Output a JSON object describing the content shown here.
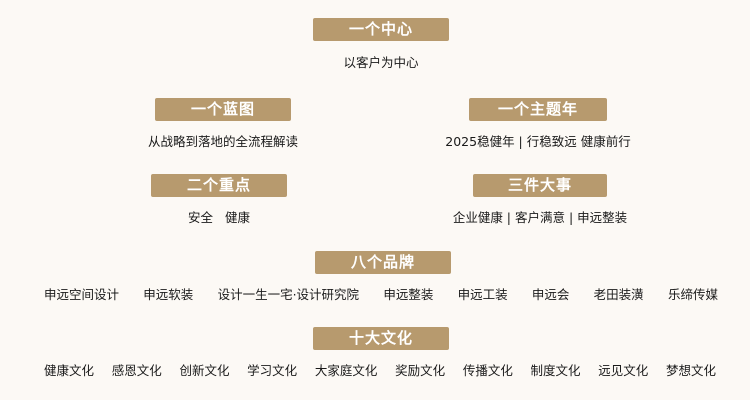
{
  "center": {
    "title": "一个中心",
    "subtitle": "以客户为中心"
  },
  "blueprint": {
    "title": "一个蓝图",
    "subtitle": "从战略到落地的全流程解读"
  },
  "theme_year": {
    "title": "一个主题年",
    "subtitle": "2025稳健年 | 行稳致远 健康前行"
  },
  "two_focus": {
    "title": "二个重点",
    "subtitle": "安全   健康"
  },
  "three_events": {
    "title": "三件大事",
    "subtitle": "企业健康 | 客户满意 | 申远整装"
  },
  "brands": {
    "title": "八个品牌",
    "items": [
      "申远空间设计",
      "申远软装",
      "设计一生一宅·设计研究院",
      "申远整装",
      "申远工装",
      "申远会",
      "老田装潢",
      "乐缔传媒"
    ]
  },
  "cultures": {
    "title": "十大文化",
    "items": [
      "健康文化",
      "感恩文化",
      "创新文化",
      "学习文化",
      "大家庭文化",
      "奖励文化",
      "传播文化",
      "制度文化",
      "远见文化",
      "梦想文化"
    ]
  },
  "colors": {
    "pill": "#b79a6e",
    "background": "#fcf9f5"
  }
}
